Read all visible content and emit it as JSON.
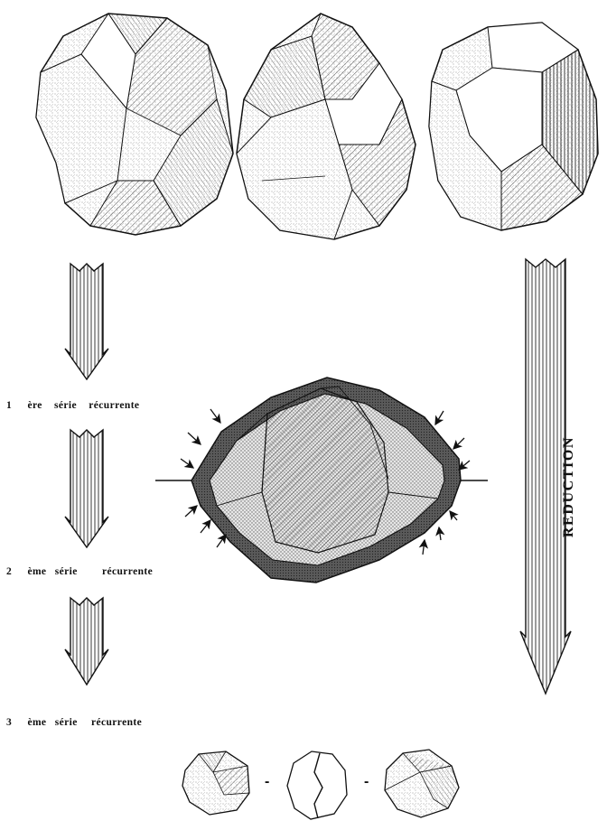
{
  "labels": {
    "series_1": {
      "num": "1",
      "suffix": "ère",
      "word1": "série",
      "word2": "récurrente"
    },
    "series_2": {
      "num": "2",
      "suffix": "ème",
      "word1": "série",
      "word2": "récurrente"
    },
    "series_3": {
      "num": "3",
      "suffix": "ème",
      "word1": "série",
      "word2": "récurrente"
    }
  },
  "side_label": "REDUCTION",
  "bottom_row": {
    "separator_1": "-",
    "separator_2": "-"
  },
  "colors": {
    "ink": "#111111",
    "dark_facet": "#555555",
    "dotted_facet": "#cfcfcf",
    "paper": "#ffffff"
  }
}
